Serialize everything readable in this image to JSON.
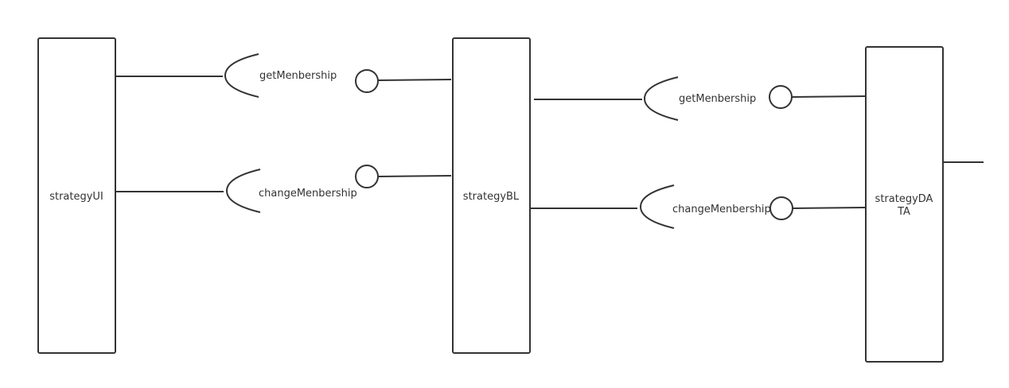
{
  "components": {
    "ui": {
      "label": "strategyUI"
    },
    "bl": {
      "label": "strategyBL"
    },
    "data": {
      "label_line1": "strategyDA",
      "label_line2": "TA"
    }
  },
  "interfaces": {
    "ui_bl_get": "getMenbership",
    "ui_bl_change": "changeMenbership",
    "bl_data_get": "getMenbership",
    "bl_data_change": "changeMenbership"
  }
}
